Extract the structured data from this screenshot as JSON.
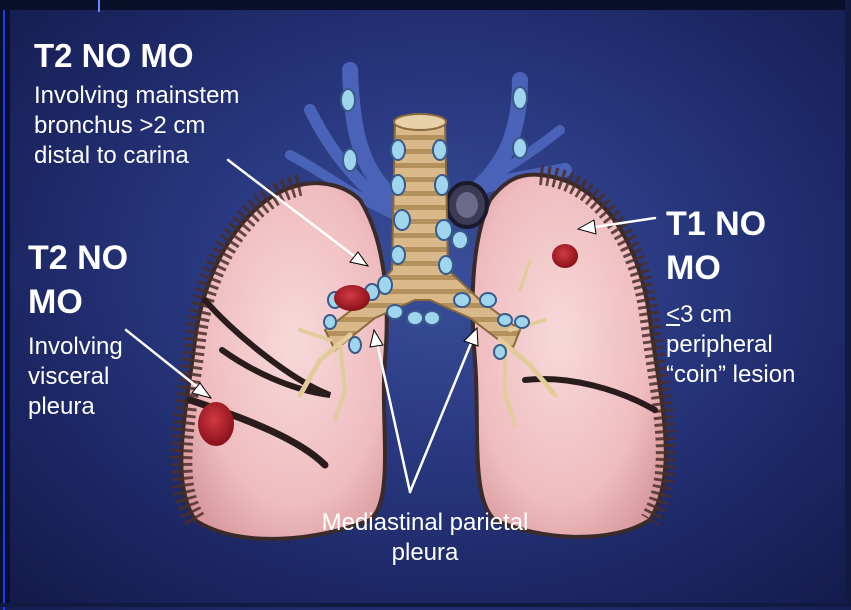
{
  "labels": {
    "top_left": {
      "heading": "T2 NO MO",
      "lines": [
        "Involving mainstem",
        "bronchus >2 cm",
        "distal to carina"
      ]
    },
    "mid_left": {
      "heading_lines": [
        "T2 NO",
        "MO"
      ],
      "lines": [
        "Involving",
        "visceral",
        "pleura"
      ]
    },
    "right": {
      "heading_lines": [
        "T1 NO",
        "MO"
      ],
      "lte_symbol": "<",
      "line1_rest": "3 cm",
      "lines": [
        "peripheral",
        "“coin” lesion"
      ]
    },
    "bottom": {
      "lines": [
        "Mediastinal parietal",
        "pleura"
      ]
    }
  },
  "colors": {
    "background": "#2a3a82",
    "text": "#ffffff",
    "lung_fill": "#f2c6c8",
    "pleura_dark": "#3a2a2a",
    "vessel": "#4a63b8",
    "lymph_node": "#9fd6ee",
    "trachea": "#d9b98a",
    "lesion": "#b3202a"
  }
}
